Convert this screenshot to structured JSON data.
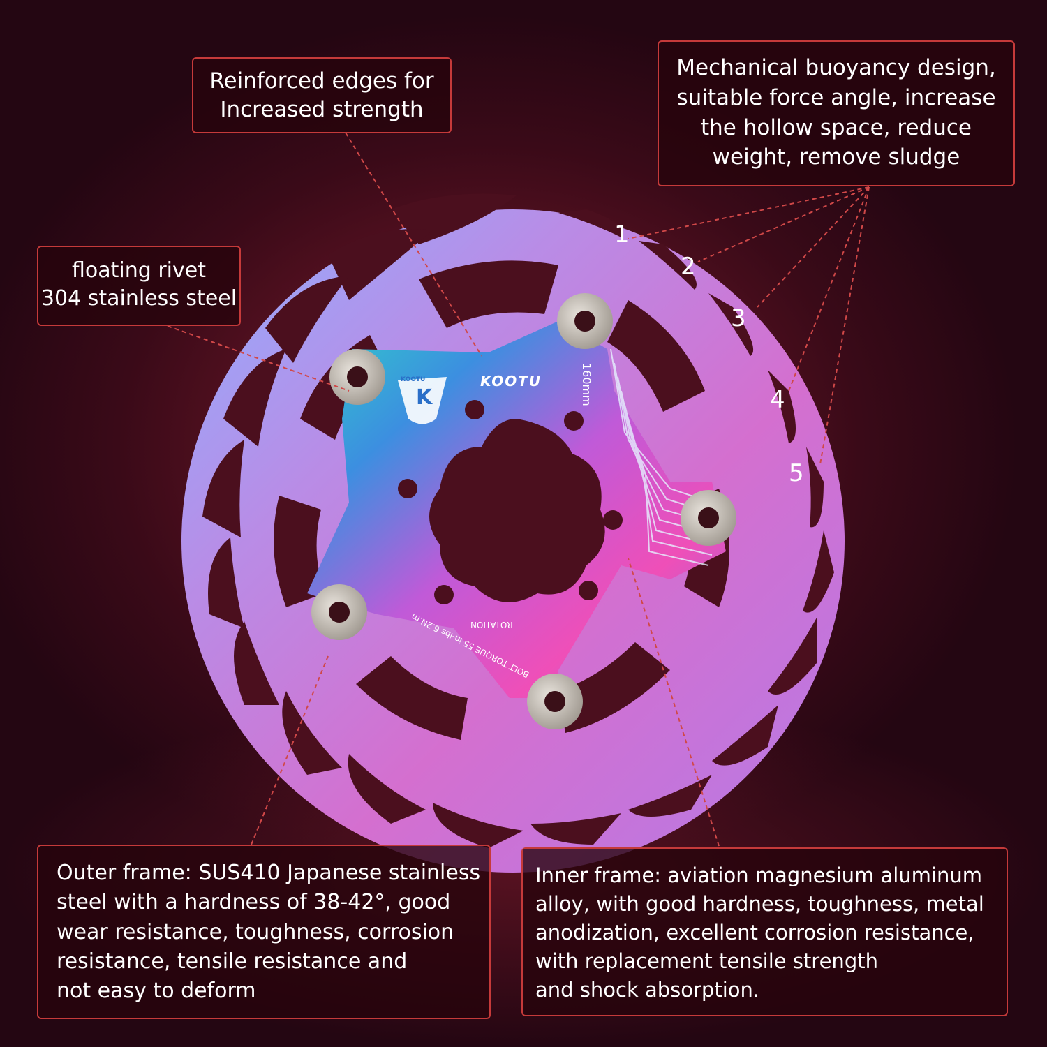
{
  "callouts": {
    "reinforced_edges": "Reinforced edges for\nIncreased strength",
    "mechanical_buoyancy": "Mechanical buoyancy design,\nsuitable force angle, increase\nthe hollow space, reduce\nweight, remove sludge",
    "floating_rivet": "floating rivet\n304 stainless steel",
    "outer_frame": "Outer frame: SUS410 Japanese stainless\nsteel with a hardness of 38-42°, good\nwear resistance, toughness, corrosion\nresistance, tensile resistance and\nnot easy to deform",
    "inner_frame": "Inner frame: aviation magnesium aluminum\nalloy, with good hardness, toughness, metal\nanodization, excellent corrosion resistance,\nwith replacement tensile strength\nand shock absorption."
  },
  "markers": [
    "1",
    "2",
    "3",
    "4",
    "5"
  ],
  "rotor": {
    "brand": "KOOTU",
    "logo_text": "KOOTU",
    "logo_letter": "K",
    "size_mark": "160mm",
    "rotation_label": "ROTATION",
    "torque_label": "BOLT TORQUE 55 in-lbs 6.2N.m"
  },
  "colors": {
    "callout_border": "#c53a3a",
    "background": "#5a1222",
    "rotor_violet": "#b97ee0",
    "rotor_pink": "#e44fc0",
    "rotor_teal": "#3cc6c9"
  }
}
